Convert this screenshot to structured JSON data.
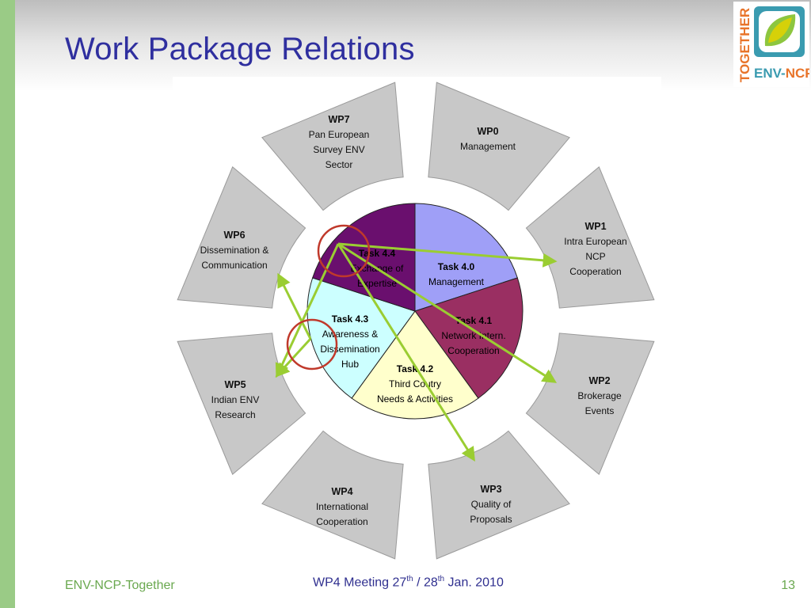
{
  "slide": {
    "title": "Work Package Relations",
    "footer_left": "ENV-NCP-Together",
    "footer_center": {
      "prefix": "WP4 Meeting 27",
      "sup1": "th",
      "mid": " / 28",
      "sup2": "th",
      "suffix": " Jan. 2010"
    },
    "page_number": "13"
  },
  "logo": {
    "vertical_text": "TOGETHER",
    "text_env": "ENV-",
    "text_ncp": "NCP",
    "colors": {
      "orange": "#e8742a",
      "teal": "#3a9bb0",
      "green": "#8dc63f",
      "yellow": "#e3d200"
    }
  },
  "ring_segments": [
    {
      "id": "WP7",
      "title": "WP7",
      "lines": [
        "Pan European",
        "Survey ENV",
        "Sector"
      ]
    },
    {
      "id": "WP0",
      "title": "WP0",
      "lines": [
        "Management"
      ]
    },
    {
      "id": "WP1",
      "title": "WP1",
      "lines": [
        "Intra European",
        "NCP",
        "Cooperation"
      ]
    },
    {
      "id": "WP2",
      "title": "WP2",
      "lines": [
        "Brokerage",
        "Events"
      ]
    },
    {
      "id": "WP3",
      "title": "WP3",
      "lines": [
        "Quality of",
        "Proposals"
      ]
    },
    {
      "id": "WP4",
      "title": "WP4",
      "lines": [
        "International",
        "Cooperation"
      ]
    },
    {
      "id": "WP5",
      "title": "WP5",
      "lines": [
        "Indian ENV",
        "Research"
      ]
    },
    {
      "id": "WP6",
      "title": "WP6",
      "lines": [
        "Dissemination &",
        "Communication"
      ]
    }
  ],
  "pie_tasks": [
    {
      "id": "task-4-0",
      "title": "Task 4.0",
      "lines": [
        "Management"
      ],
      "color": "#9f9ff7",
      "share": 0.2
    },
    {
      "id": "task-4-1",
      "title": "Task 4.1",
      "lines": [
        "Network Intern.",
        "Cooperation"
      ],
      "color": "#9a2f62",
      "share": 0.2
    },
    {
      "id": "task-4-2",
      "title": "Task 4.2",
      "lines": [
        "Third Coutry",
        "Needs & Activities"
      ],
      "color": "#ffffcc",
      "share": 0.2
    },
    {
      "id": "task-4-3",
      "title": "Task 4.3",
      "lines": [
        "Awareness &",
        "Dissemination",
        "Hub"
      ],
      "color": "#ccffff",
      "share": 0.2
    },
    {
      "id": "task-4-4",
      "title": "Task 4.4",
      "lines": [
        "Exchange of",
        "Expertise"
      ],
      "color": "#6a0f6e",
      "share": 0.2
    }
  ],
  "relations": [
    {
      "from": "task-4-4",
      "to": "WP1"
    },
    {
      "from": "task-4-4",
      "to": "WP2"
    },
    {
      "from": "task-4-4",
      "to": "WP3"
    },
    {
      "from": "task-4-4",
      "to": "WP5"
    },
    {
      "from": "task-4-3",
      "to": "WP6"
    },
    {
      "from": "task-4-3",
      "to": "WP5"
    }
  ],
  "relation_color": "#9acd32",
  "highlight_color": "#c0392b"
}
